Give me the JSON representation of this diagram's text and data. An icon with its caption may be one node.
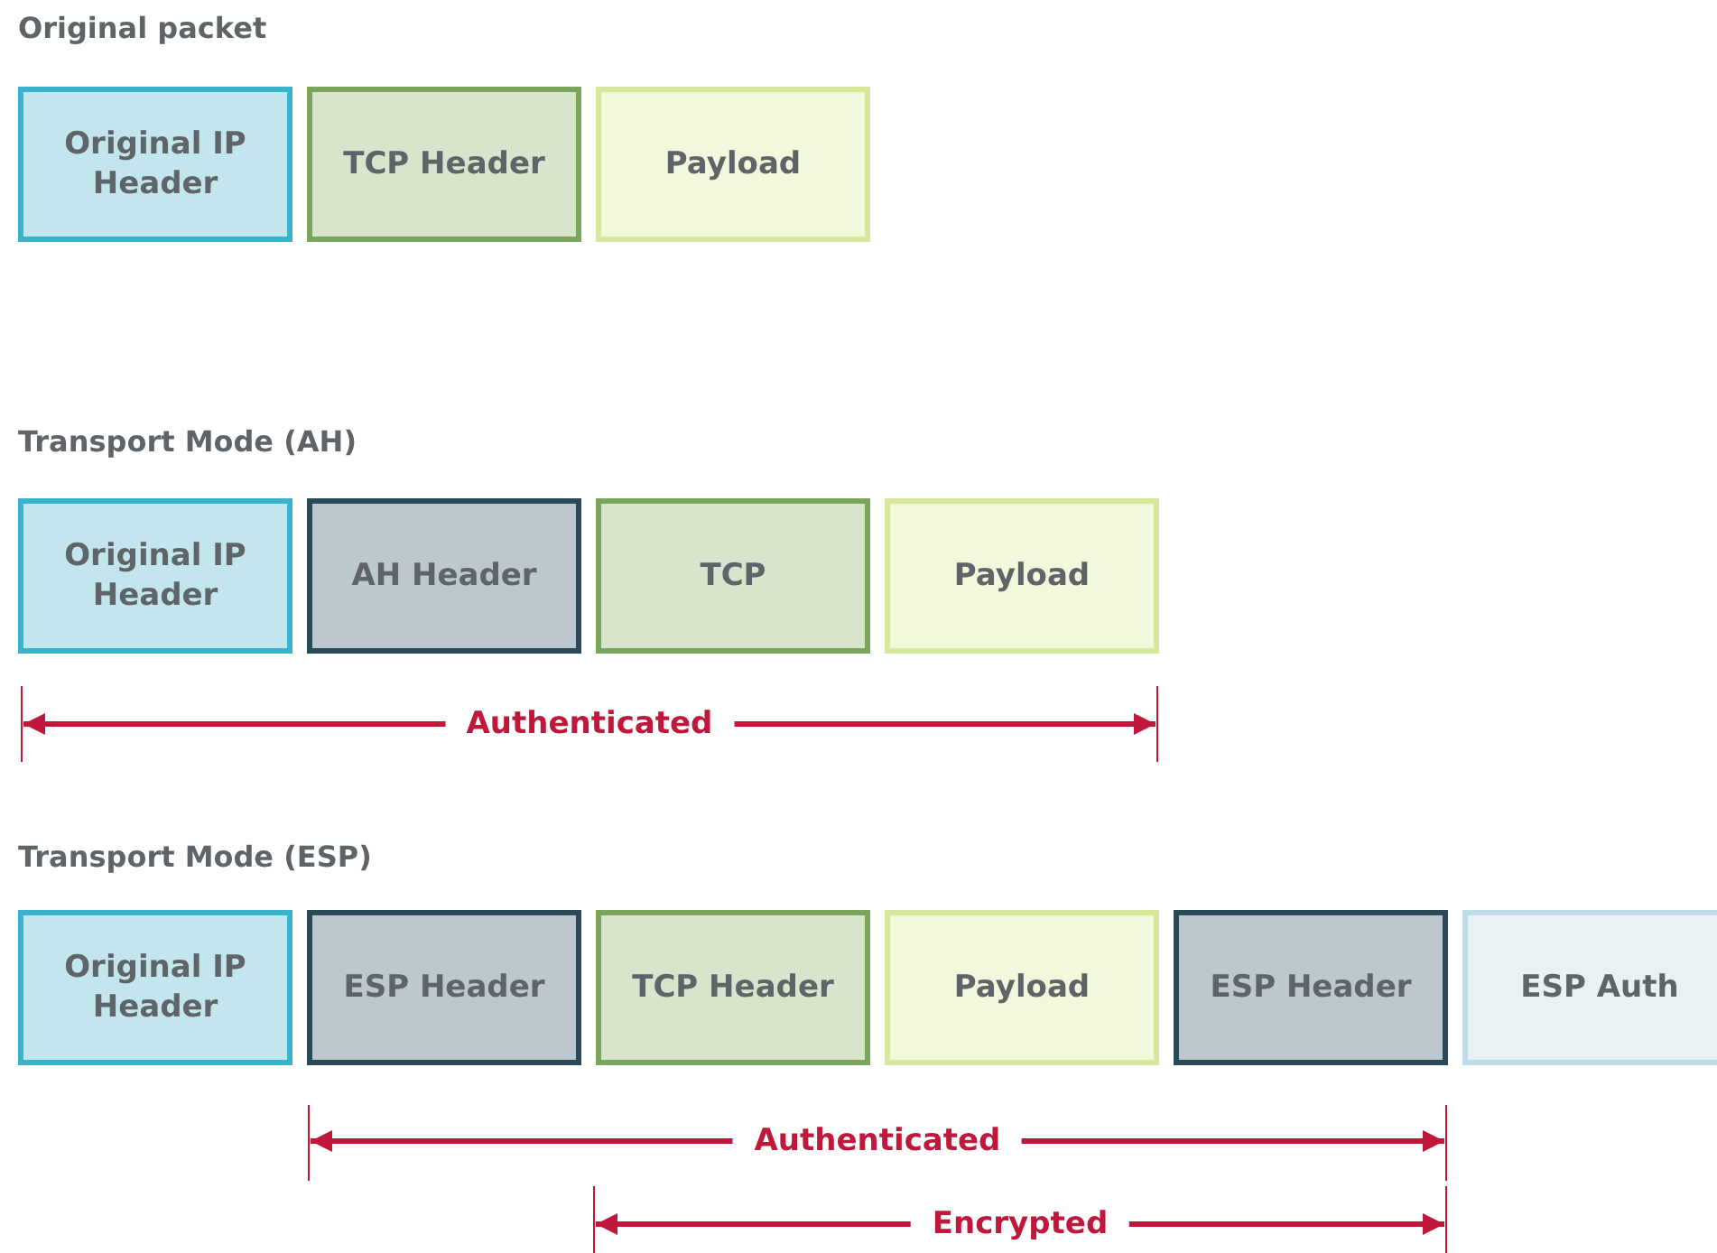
{
  "diagram": {
    "nodes": [
      {
        "text": [
          "Original IP Header"
        ]
      },
      {
        "text": [
          "TCP Header"
        ]
      },
      {
        "text": [
          "Payload"
        ]
      },
      {
        "text": [
          "Original IP Header"
        ]
      },
      {
        "text": [
          "AH Header"
        ]
      },
      {
        "text": [
          "TCP"
        ]
      },
      {
        "text": [
          "Payload"
        ]
      },
      {
        "text": [
          "Original IP Header"
        ]
      },
      {
        "text": [
          "ESP Header"
        ]
      },
      {
        "text": [
          "TCP Header"
        ]
      },
      {
        "text": [
          "Payload"
        ]
      },
      {
        "text": [
          "ESP Header"
        ]
      },
      {
        "text": [
          "ESP Auth"
        ]
      }
    ],
    "labels": [
      "Original packet",
      "Transport Mode (AH)",
      "Authenticated",
      "Transport Mode (ESP)",
      "Authenticated",
      "Encrypted"
    ]
  }
}
